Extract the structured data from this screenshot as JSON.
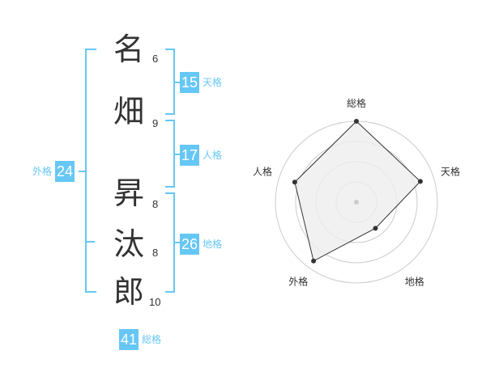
{
  "name": {
    "chars": [
      {
        "char": "名",
        "strokes": "6"
      },
      {
        "char": "畑",
        "strokes": "9"
      },
      {
        "char": "昇",
        "strokes": "8"
      },
      {
        "char": "汰",
        "strokes": "8"
      },
      {
        "char": "郎",
        "strokes": "10"
      }
    ]
  },
  "kakusu": {
    "tenkaku": {
      "value": "15",
      "label": "天格"
    },
    "jinkaku": {
      "value": "17",
      "label": "人格"
    },
    "chikaku": {
      "value": "26",
      "label": "地格"
    },
    "gaikaku": {
      "value": "24",
      "label": "外格"
    },
    "soukaku": {
      "value": "41",
      "label": "総格"
    }
  },
  "colors": {
    "accent": "#66c7f5",
    "text": "#333333",
    "radar_fill": "#eeeeee",
    "ring": "#cccccc"
  },
  "chart_data": {
    "type": "radar",
    "axes": [
      "総格",
      "天格",
      "地格",
      "外格",
      "人格"
    ],
    "values": [
      1.0,
      0.83,
      0.4,
      0.9,
      0.8
    ],
    "rings": 4
  }
}
